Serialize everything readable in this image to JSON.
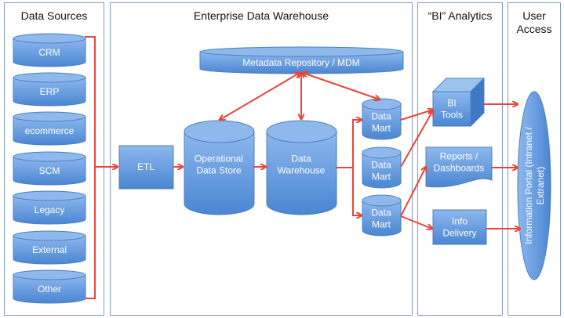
{
  "panels": {
    "sources": "Data Sources",
    "edw": "Enterprise Data Warehouse",
    "bi": "“BI” Analytics",
    "user_line1": "User",
    "user_line2": "Access"
  },
  "sources": [
    "CRM",
    "ERP",
    "ecommerce",
    "SCM",
    "Legacy",
    "External",
    "Other"
  ],
  "etl": "ETL",
  "metadata": "Metadata Repository / MDM",
  "ods": [
    "Operational",
    "Data Store"
  ],
  "dw": [
    "Data",
    "Warehouse"
  ],
  "marts": [
    [
      "Data",
      "Mart"
    ],
    [
      "Data",
      "Mart"
    ],
    [
      "Data",
      "Mart"
    ]
  ],
  "bi_tools": [
    "BI",
    "Tools"
  ],
  "reports": [
    "Reports /",
    "Dashboards"
  ],
  "info_delivery": [
    "Info",
    "Delivery"
  ],
  "portal": [
    "Information Portal (Intranet /",
    "Extranet)"
  ],
  "colors": {
    "arrow": "#e8453c",
    "shape": "#5b93d8",
    "border": "#7f9cc6"
  }
}
